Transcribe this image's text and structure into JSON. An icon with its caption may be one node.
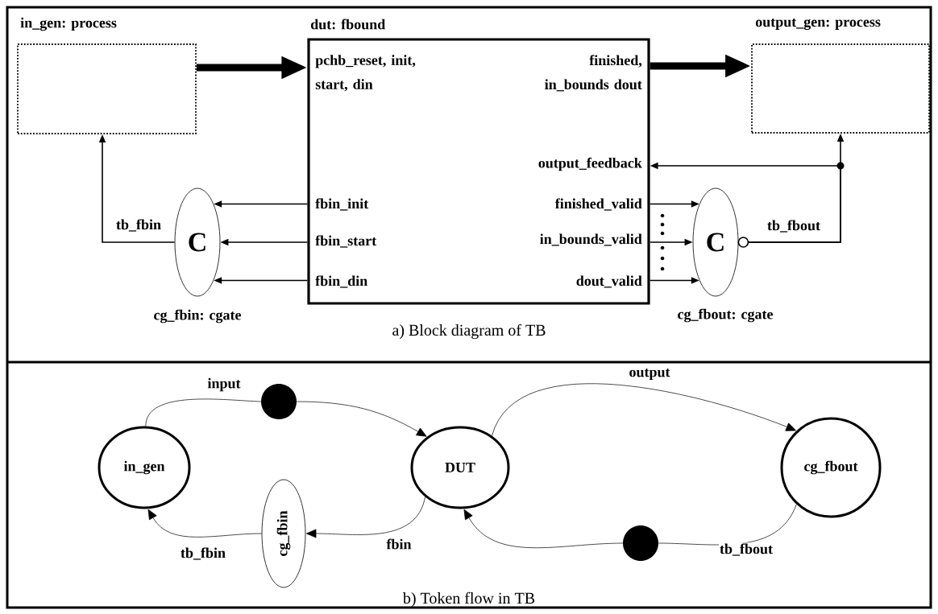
{
  "diagram": {
    "nodes": [
      {
        "text": [
          "in_gen: process"
        ]
      },
      {
        "text": [
          "dut: fbound",
          "pchb_reset, init, start, din",
          "finished, in_bounds dout",
          "output_feedback",
          "fbin_init",
          "fbin_start",
          "fbin_din",
          "finished_valid",
          "in_bounds_valid",
          "dout_valid"
        ]
      },
      {
        "text": [
          "output_gen: process"
        ]
      },
      {
        "text": [
          "C"
        ],
        "beside": [
          "cg_fbin: cgate"
        ]
      },
      {
        "text": [
          "C"
        ],
        "beside": [
          "cg_fbout: cgate"
        ]
      },
      {
        "text": [
          "in_gen"
        ]
      },
      {
        "text": [],
        "shape": "circle"
      },
      {
        "text": [
          "DUT"
        ]
      },
      {
        "text": [
          "cg_fbout"
        ]
      },
      {
        "text": [
          "cg_fbin"
        ]
      },
      {
        "text": [],
        "shape": "circle"
      }
    ],
    "edges": [
      {
        "from": 0,
        "to": 1,
        "arrow": "to",
        "style": "thick"
      },
      {
        "from": 1,
        "to": 2,
        "arrow": "to",
        "style": "thick"
      },
      {
        "from": 1,
        "to": 3,
        "arrow": "to"
      },
      {
        "from": 1,
        "to": 3,
        "arrow": "to"
      },
      {
        "from": 1,
        "to": 3,
        "arrow": "to"
      },
      {
        "from": 1,
        "to": 4,
        "arrow": "to"
      },
      {
        "from": 1,
        "to": 4,
        "arrow": "to"
      },
      {
        "from": 1,
        "to": 4,
        "arrow": "to"
      },
      {
        "from": 4,
        "to": 2,
        "arrow": "to",
        "label": "tb_fbout"
      },
      {
        "from": 4,
        "to": 1,
        "arrow": "to"
      },
      {
        "from": 3,
        "to": 0,
        "arrow": "to",
        "label": "tb_fbin"
      },
      {
        "from": 5,
        "to": 6,
        "arrow": "none",
        "label": "input"
      },
      {
        "from": 6,
        "to": 7,
        "arrow": "to"
      },
      {
        "from": 7,
        "to": 8,
        "arrow": "to",
        "label": "output"
      },
      {
        "from": 8,
        "to": 10,
        "arrow": "none",
        "label": "tb_fbout"
      },
      {
        "from": 10,
        "to": 7,
        "arrow": "to"
      },
      {
        "from": 7,
        "to": 9,
        "arrow": "to",
        "label": "fbin"
      },
      {
        "from": 9,
        "to": 5,
        "arrow": "to",
        "label": "tb_fbin"
      }
    ],
    "labels": [
      "a) Block diagram of TB",
      "b) Token flow in TB"
    ]
  }
}
